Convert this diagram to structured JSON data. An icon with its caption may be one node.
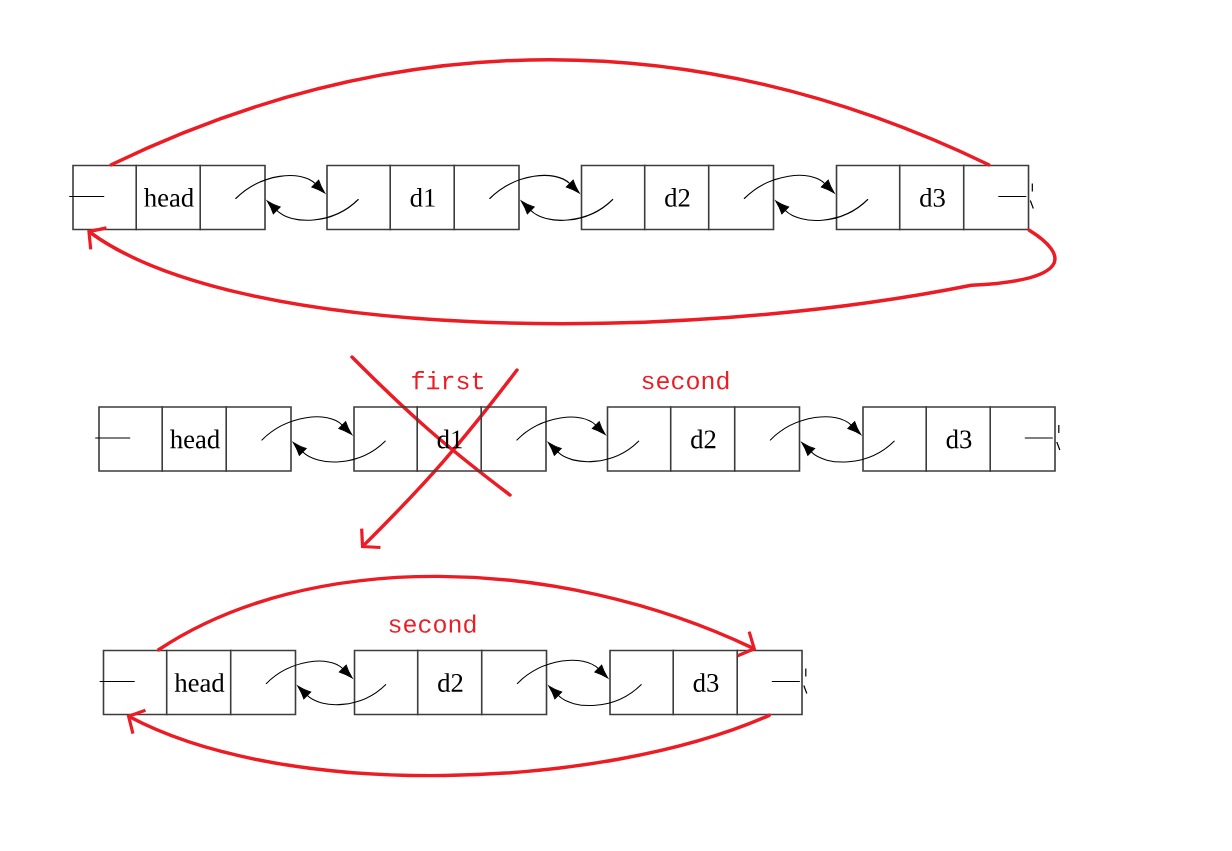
{
  "diagram": {
    "nodes": [
      {
        "text": [
          "head"
        ]
      },
      {
        "text": [
          "d1"
        ]
      },
      {
        "text": [
          "d2"
        ]
      },
      {
        "text": [
          "d3"
        ]
      },
      {
        "text": [
          "head"
        ]
      },
      {
        "text": [
          "d1"
        ],
        "beside": [
          "first"
        ]
      },
      {
        "text": [
          "d2"
        ],
        "beside": [
          "second"
        ]
      },
      {
        "text": [
          "d3"
        ]
      },
      {
        "text": [
          "head"
        ]
      },
      {
        "text": [
          "d2"
        ],
        "beside": [
          "second"
        ]
      },
      {
        "text": [
          "d3"
        ]
      }
    ],
    "edges": [
      {
        "from": 0,
        "to": 3,
        "arrow": "none",
        "style": "thick",
        "color": "#ed1c24"
      },
      {
        "from": 0,
        "to": 1,
        "arrow": "to"
      },
      {
        "from": 1,
        "to": 0,
        "arrow": "to"
      },
      {
        "from": 1,
        "to": 2,
        "arrow": "to"
      },
      {
        "from": 2,
        "to": 1,
        "arrow": "to"
      },
      {
        "from": 2,
        "to": 3,
        "arrow": "to"
      },
      {
        "from": 3,
        "to": 2,
        "arrow": "to"
      },
      {
        "from": 3,
        "to": 0,
        "arrow": "to",
        "style": "thick",
        "color": "#ed1c24"
      },
      {
        "from": 4,
        "to": 5,
        "arrow": "to"
      },
      {
        "from": 5,
        "to": 4,
        "arrow": "to"
      },
      {
        "from": 5,
        "to": 6,
        "arrow": "to"
      },
      {
        "from": 6,
        "to": 5,
        "arrow": "to"
      },
      {
        "from": 6,
        "to": 7,
        "arrow": "to"
      },
      {
        "from": 7,
        "to": 6,
        "arrow": "to"
      },
      {
        "from": 8,
        "to": 10,
        "arrow": "to",
        "style": "thick",
        "color": "#ed1c24"
      },
      {
        "from": 8,
        "to": 9,
        "arrow": "to"
      },
      {
        "from": 9,
        "to": 8,
        "arrow": "to"
      },
      {
        "from": 9,
        "to": 10,
        "arrow": "to"
      },
      {
        "from": 10,
        "to": 9,
        "arrow": "to"
      },
      {
        "from": 10,
        "to": 8,
        "arrow": "to",
        "style": "thick",
        "color": "#ed1c24"
      }
    ]
  }
}
